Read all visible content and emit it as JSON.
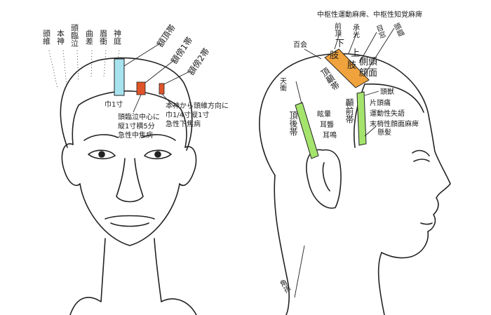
{
  "front_view": {
    "acupoint_labels": [
      "頭維",
      "本神",
      "頭臨泣",
      "曲差",
      "眉衝",
      "神庭"
    ],
    "bands": [
      {
        "label": "額頂帯",
        "color": "#a7e3ef"
      },
      {
        "label": "額傍1帯",
        "color": "#e0542a"
      },
      {
        "label": "額傍2帯",
        "color": "#e0542a"
      }
    ],
    "width_note": "巾1寸",
    "note_side_1": [
      "頭臨泣中心に",
      "縦1寸横5分",
      "急性中焦病"
    ],
    "note_side_2": [
      "本神から頭維方向に",
      "巾1/4寸縦1寸",
      "急性下焦病"
    ]
  },
  "side_view": {
    "top_note": "中枢性運動麻痺、中枢性知覚麻痺",
    "point_labels": [
      "前頂",
      "承光",
      "目窓",
      "頭臨",
      "百会",
      "天衝",
      "頭獣",
      "懸髪",
      "角孫"
    ],
    "zones": [
      {
        "label": "頂顳帯",
        "color": "#f0a23c"
      },
      {
        "label": "頂後帯",
        "color": "#a4e46c"
      },
      {
        "label": "顳前帯",
        "color": "#a4e46c"
      }
    ],
    "limb_labels": [
      "下",
      "肢",
      "上",
      "肢"
    ],
    "region_label": [
      "側頭",
      "顔面"
    ],
    "post_symptoms": [
      "眩暈",
      "耳聾",
      "耳鳴"
    ],
    "ant_symptoms": [
      "片頭痛",
      "運動性失語",
      "末梢性顔面麻痺"
    ]
  }
}
